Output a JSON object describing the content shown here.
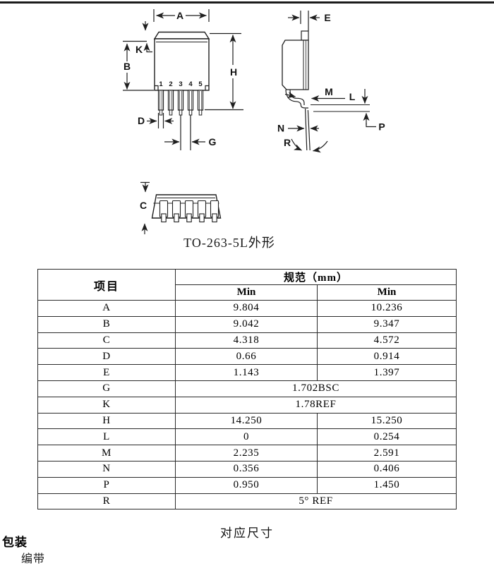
{
  "drawing": {
    "caption": "TO-263-5L外形",
    "front_view": {
      "dim_a": "A",
      "dim_k": "K",
      "dim_b": "B",
      "dim_h": "H",
      "dim_d": "D",
      "dim_g": "G",
      "pins": [
        "1",
        "2",
        "3",
        "4",
        "5"
      ]
    },
    "side_view": {
      "dim_e": "E",
      "dim_m": "M",
      "dim_l": "L",
      "dim_p": "P",
      "dim_n": "N",
      "dim_r": "R"
    },
    "end_view": {
      "dim_c": "C"
    }
  },
  "table": {
    "header": {
      "item": "项目",
      "spec": "规范（mm）",
      "min_left": "Min",
      "min_right": "Min"
    },
    "rows": [
      {
        "item": "A",
        "min": "9.804",
        "max": "10.236"
      },
      {
        "item": "B",
        "min": "9.042",
        "max": "9.347"
      },
      {
        "item": "C",
        "min": "4.318",
        "max": "4.572"
      },
      {
        "item": "D",
        "min": "0.66",
        "max": "0.914"
      },
      {
        "item": "E",
        "min": "1.143",
        "max": "1.397"
      },
      {
        "item": "G",
        "merged": "1.702BSC"
      },
      {
        "item": "K",
        "merged": "1.78REF"
      },
      {
        "item": "H",
        "min": "14.250",
        "max": "15.250"
      },
      {
        "item": "L",
        "min": "0",
        "max": "0.254"
      },
      {
        "item": "M",
        "min": "2.235",
        "max": "2.591"
      },
      {
        "item": "N",
        "min": "0.356",
        "max": "0.406"
      },
      {
        "item": "P",
        "min": "0.950",
        "max": "1.450"
      },
      {
        "item": "R",
        "merged": "5° REF"
      }
    ],
    "caption": "对应尺寸"
  },
  "footer": {
    "packaging_heading": "包装",
    "packaging_type": "编带"
  }
}
